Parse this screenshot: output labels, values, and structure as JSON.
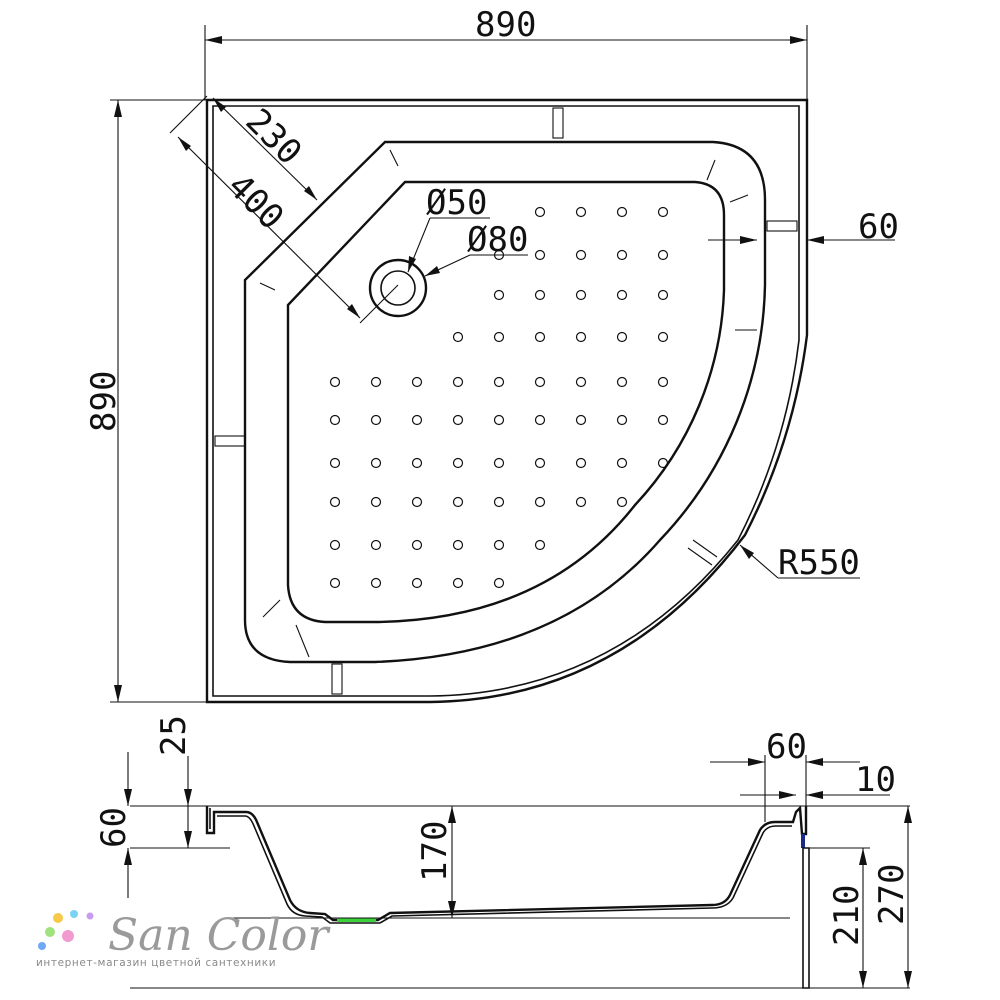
{
  "dimensions": {
    "top_width": "890",
    "left_height": "890",
    "diag_230": "230",
    "diag_400": "400",
    "drain_50": "Ø50",
    "drain_80": "Ø80",
    "rim_60_top": "60",
    "radius": "R550",
    "section_25": "25",
    "section_60_left": "60",
    "section_170": "170",
    "section_60_right": "60",
    "section_10": "10",
    "section_210": "210",
    "section_270": "270"
  },
  "brand": {
    "name": "San Color",
    "tagline": "интернет-магазин цветной сантехники"
  },
  "colors": {
    "line": "#111111",
    "drain_accent": "#3ad13a",
    "panel_accent": "#1a2a8a",
    "logo_dots": [
      "#f7c948",
      "#7ad3f5",
      "#c79bf2",
      "#9ee37d",
      "#f29bd0",
      "#6fa8f7"
    ]
  }
}
